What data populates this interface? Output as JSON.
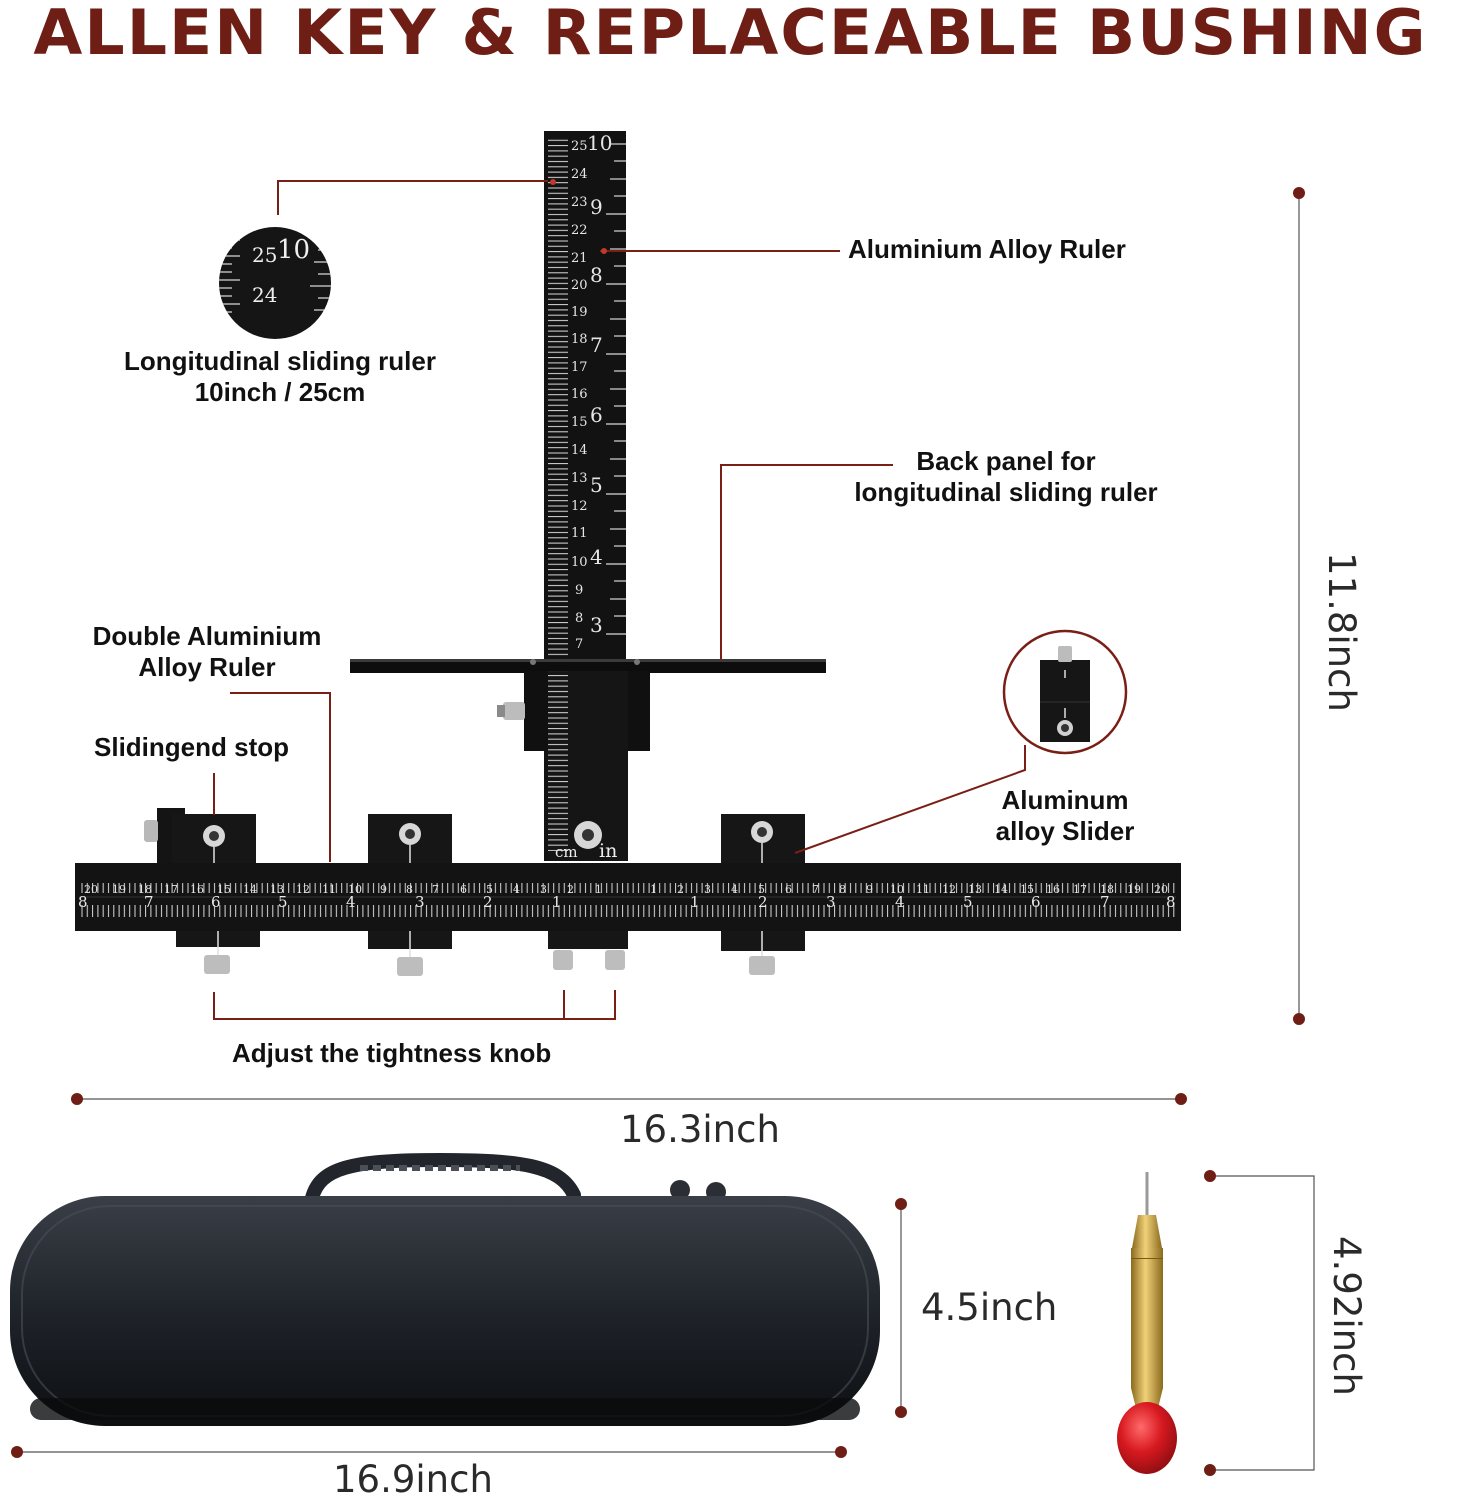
{
  "headline": "ALLEN KEY & REPLACEABLE BUSHING",
  "callouts": {
    "longitudinal_title": "Longitudinal sliding ruler",
    "longitudinal_size": "10inch / 25cm",
    "aluminium_ruler": "Aluminium Alloy Ruler",
    "back_panel_line1": "Back panel for",
    "back_panel_line2": "longitudinal sliding ruler",
    "double_ruler_line1": "Double Aluminium",
    "double_ruler_line2": "Alloy Ruler",
    "end_stop": "Slidingend stop",
    "slider_line1": "Aluminum",
    "slider_line2": "alloy Slider",
    "knob": "Adjust the tightness knob"
  },
  "dimensions": {
    "height": "11.8inch",
    "width": "16.3inch",
    "case_height": "4.5inch",
    "case_width": "16.9inch",
    "punch_length": "4.92inch"
  },
  "ruler_marks": {
    "unit_cm": "cm",
    "unit_in": "in",
    "zoom_cm": "25",
    "zoom_in": "10",
    "zoom_cm_next": "24"
  },
  "colors": {
    "accent": "#7a1f16",
    "headline": "#6e1e14",
    "metal": "#141414",
    "punch_gold": "#c9a23a",
    "punch_red": "#d71920"
  }
}
